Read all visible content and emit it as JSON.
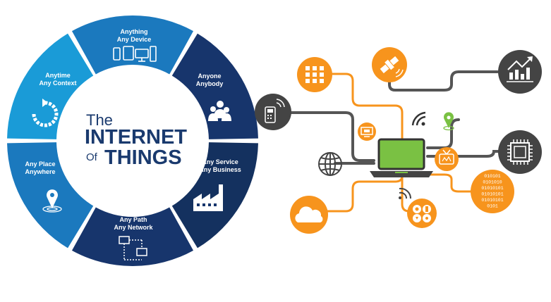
{
  "colors": {
    "light_blue": "#1a9bd7",
    "mid_blue": "#1b79be",
    "navy": "#17356c",
    "dark_navy": "#14315f",
    "orange": "#f7941d",
    "charcoal": "#444444",
    "green": "#7ac143",
    "line_gray": "#555555"
  },
  "title": {
    "the": "The",
    "internet": "INTERNET",
    "of": "Of",
    "things": "THINGS"
  },
  "segments": [
    {
      "line1": "Anything",
      "line2": "Any Device",
      "icon": "phone-tablet-desktop-icon"
    },
    {
      "line1": "Anyone",
      "line2": "Anybody",
      "icon": "people-group-icon"
    },
    {
      "line1": "Any Service",
      "line2": "Any Business",
      "icon": "factory-icon"
    },
    {
      "line1": "Any Path",
      "line2": "Any Network",
      "icon": "network-path-icon"
    },
    {
      "line1": "Any Place",
      "line2": "Anywhere",
      "icon": "location-pin-icon"
    },
    {
      "line1": "Anytime",
      "line2": "Any Context",
      "icon": "refresh-cycle-icon"
    }
  ],
  "network": {
    "center_icon": "laptop-icon",
    "nodes": [
      "app-grid-icon",
      "satellite-icon",
      "chart-growth-icon",
      "wireless-remote-icon",
      "globe-icon",
      "chip-icon",
      "cloud-icon",
      "binary-data-icon",
      "social-icon",
      "television-icon",
      "monitor-icon",
      "wifi-icon",
      "map-pin-icon"
    ],
    "binary_rows": [
      "010101",
      "0101010",
      "01010101",
      "01010101",
      "01010101",
      "0101"
    ]
  }
}
